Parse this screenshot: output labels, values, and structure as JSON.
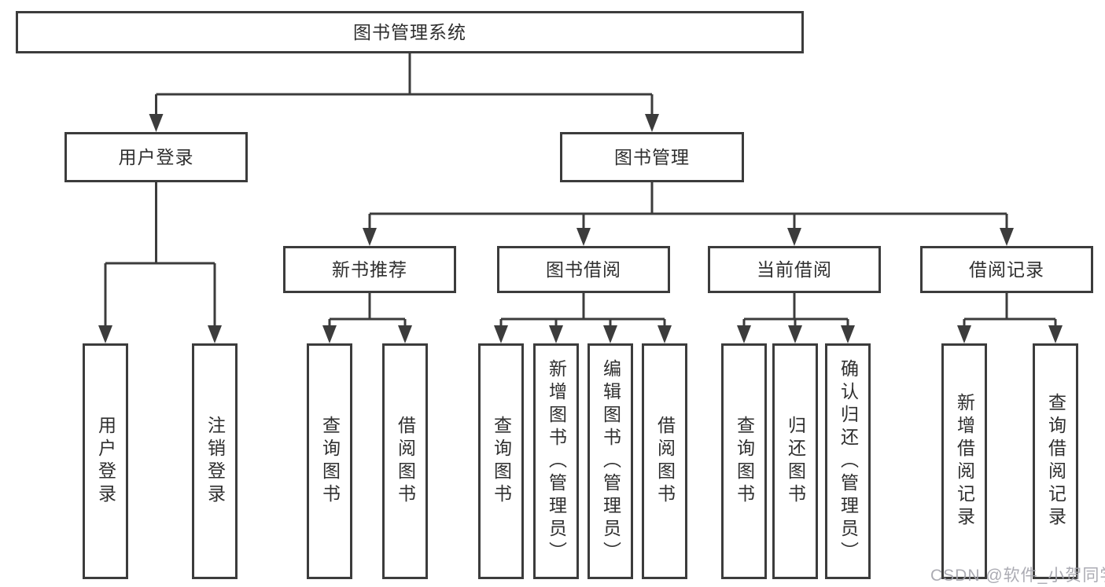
{
  "diagram": {
    "type": "tree",
    "root": {
      "label": "图书管理系统",
      "children": [
        {
          "label": "用户登录",
          "children": [
            {
              "label": "用户登录"
            },
            {
              "label": "注销登录"
            }
          ]
        },
        {
          "label": "图书管理",
          "children": [
            {
              "label": "新书推荐",
              "children": [
                {
                  "label": "查询图书"
                },
                {
                  "label": "借阅图书"
                }
              ]
            },
            {
              "label": "图书借阅",
              "children": [
                {
                  "label": "查询图书"
                },
                {
                  "label": "新增图书（管理员）"
                },
                {
                  "label": "编辑图书（管理员）"
                },
                {
                  "label": "借阅图书"
                }
              ]
            },
            {
              "label": "当前借阅",
              "children": [
                {
                  "label": "查询图书"
                },
                {
                  "label": "归还图书"
                },
                {
                  "label": "确认归还（管理员）"
                }
              ]
            },
            {
              "label": "借阅记录",
              "children": [
                {
                  "label": "新增借阅记录"
                },
                {
                  "label": "查询借阅记录"
                }
              ]
            }
          ]
        }
      ]
    },
    "colors": {
      "line": "#3c3c3c",
      "box_border": "#3c3c3c",
      "box_fill": "#ffffff",
      "text": "#2f2f2f",
      "watermark": "#a3a3ab",
      "background": "#ffffff"
    }
  },
  "watermark": {
    "text": "CSDN @软件_小贺同学"
  }
}
